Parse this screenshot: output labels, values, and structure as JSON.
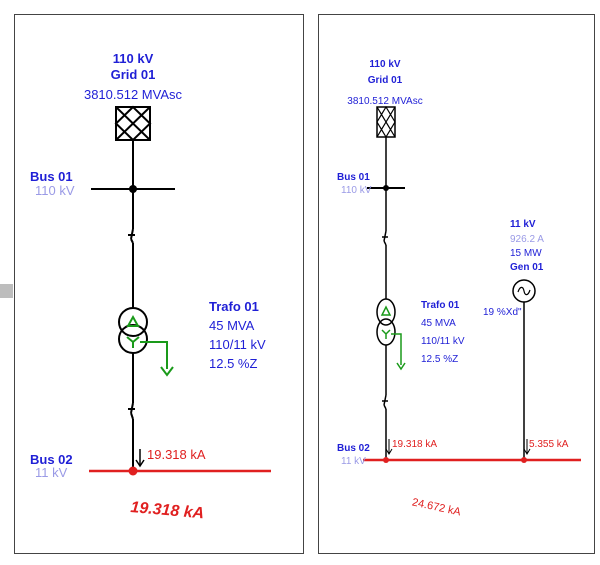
{
  "left": {
    "grid": {
      "kv": "110 kV",
      "name": "Grid 01",
      "sc": "3810.512 MVAsc"
    },
    "bus01": {
      "name": "Bus 01",
      "kv": "110 kV"
    },
    "trafo": {
      "name": "Trafo 01",
      "mva": "45 MVA",
      "ratio": "110/11 kV",
      "z": "12.5 %Z"
    },
    "bus02": {
      "name": "Bus 02",
      "kv": "11 kV"
    },
    "fault_label": "19.318 kA",
    "fault_total": "19.318 kA"
  },
  "right": {
    "grid": {
      "kv": "110 kV",
      "name": "Grid 01",
      "sc": "3810.512 MVAsc"
    },
    "bus01": {
      "name": "Bus 01",
      "kv": "110 kV"
    },
    "trafo": {
      "name": "Trafo 01",
      "mva": "45 MVA",
      "ratio": "110/11 kV",
      "z": "12.5 %Z"
    },
    "gen": {
      "kv": "11 kV",
      "amps": "926.2 A",
      "mw": "15 MW",
      "name": "Gen 01",
      "xd": "19 %Xd\""
    },
    "bus02": {
      "name": "Bus 02",
      "kv": "11 kV"
    },
    "fault_trafo": "19.318 kA",
    "fault_gen": "5.355 kA",
    "fault_total": "24.672 kA"
  },
  "colors": {
    "bus_label": "#1f1fd6",
    "kv_label": "#9a9ae6",
    "fault": "#e02020",
    "earth": "#1a9a1a"
  }
}
